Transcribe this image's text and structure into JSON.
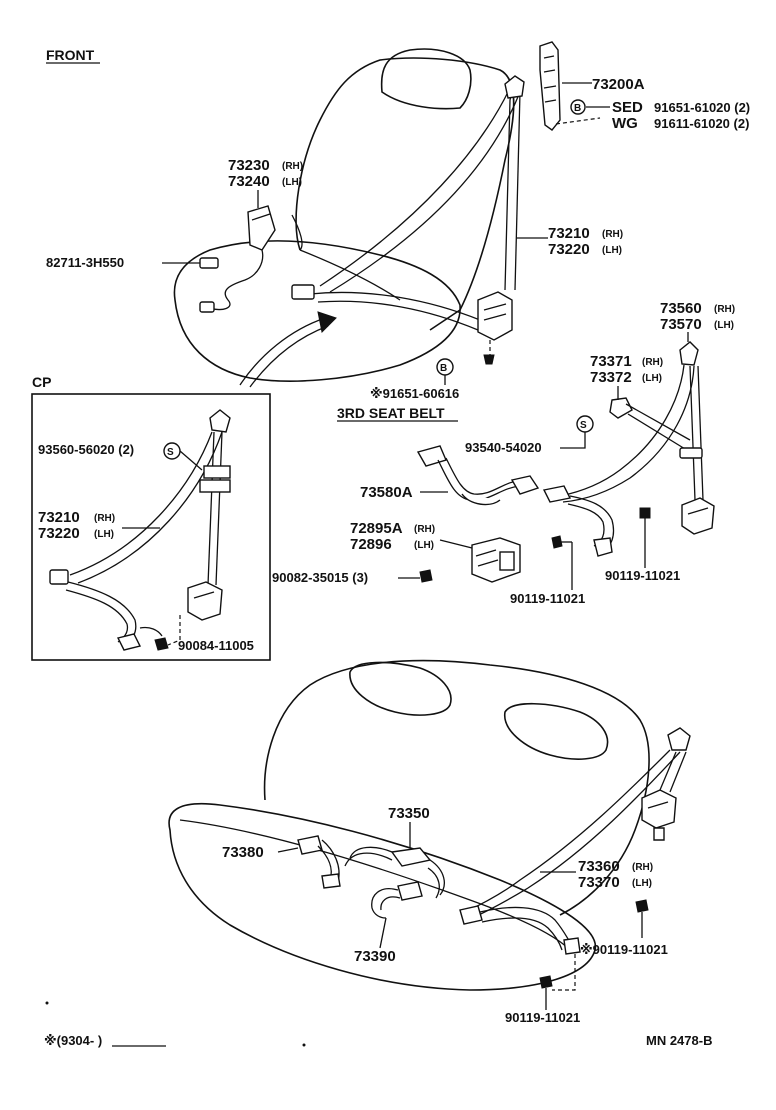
{
  "headers": {
    "front": "FRONT",
    "cp": "CP",
    "third_seat_belt": "3RD SEAT BELT"
  },
  "callouts": {
    "p73200a": "73200A",
    "sed": "SED",
    "wg": "WG",
    "bolt_b_sed": "91651-61020 (2)",
    "bolt_b_wg": "91611-61020 (2)",
    "circle_b": "B",
    "circle_s": "S",
    "p73230": "73230",
    "p73240": "73240",
    "rh": "(RH)",
    "lh": "(LH)",
    "p82711": "82711-3H550",
    "p73210": "73210",
    "p73220": "73220",
    "p91651_60616": "※91651-60616",
    "p73560": "73560",
    "p73570": "73570",
    "p73371": "73371",
    "p73372": "73372",
    "p93540": "93540-54020",
    "p73580a": "73580A",
    "p72895a": "72895A",
    "p72896": "72896",
    "p90082": "90082-35015 (3)",
    "p90119_a": "90119-11021",
    "p90119_b": "90119-11021",
    "p93560": "93560-56020 (2)",
    "cp73210": "73210",
    "cp73220": "73220",
    "p90084": "90084-11005",
    "p73350": "73350",
    "p73380": "73380",
    "p73360": "73360",
    "p73370": "73370",
    "p73390": "73390",
    "p90119_c": "※90119-11021",
    "p90119_d": "90119-11021",
    "footer_code": "※(9304-        )",
    "footer_ref": "MN  2478-B"
  }
}
